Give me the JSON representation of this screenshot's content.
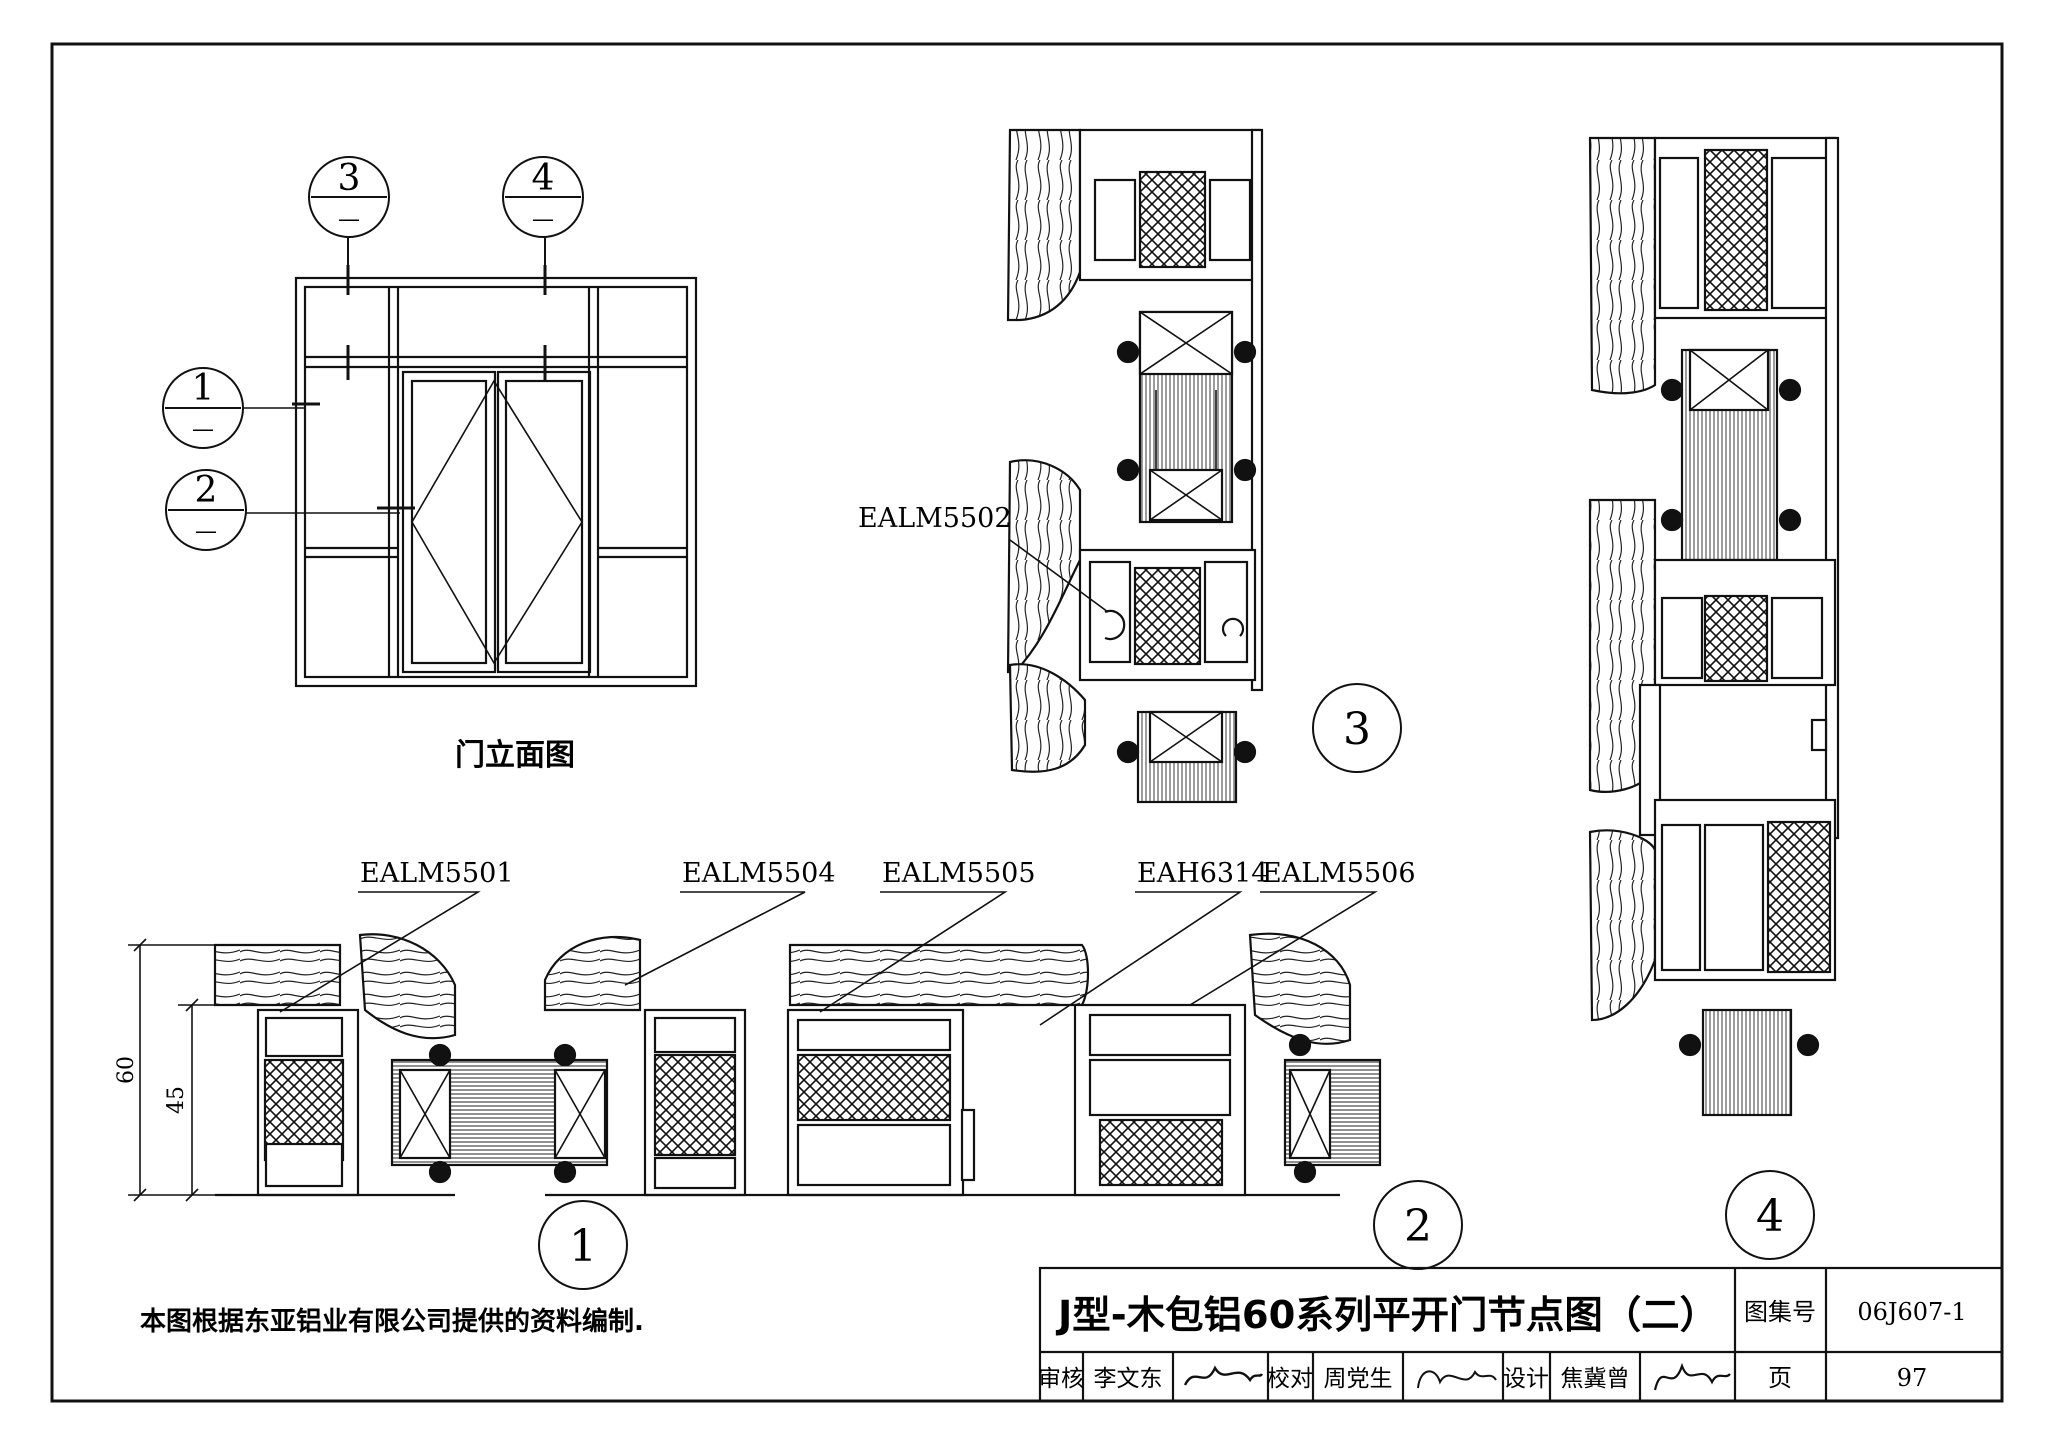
{
  "elevation": {
    "title": "门立面图",
    "markers": [
      {
        "num": "3",
        "sub": "—"
      },
      {
        "num": "4",
        "sub": "—"
      },
      {
        "num": "1",
        "sub": "—"
      },
      {
        "num": "2",
        "sub": "—"
      }
    ]
  },
  "details": {
    "d1": "1",
    "d2": "2",
    "d3": "3",
    "d4": "4"
  },
  "part_labels": {
    "p5502": "EALM5502",
    "p5501": "EALM5501",
    "p5504": "EALM5504",
    "p5505": "EALM5505",
    "p6314": "EAH6314",
    "p5506": "EALM5506"
  },
  "dimensions": {
    "overall": "60",
    "inner": "45"
  },
  "note": "本图根据东亚铝业有限公司提供的资料编制.",
  "title_block": {
    "title": "J型-木包铝60系列平开门节点图（二）",
    "atlas_label": "图集号",
    "atlas_value": "06J607-1",
    "page_label": "页",
    "page_value": "97",
    "review_label": "审核",
    "review_name": "李文东",
    "check_label": "校对",
    "check_name": "周党生",
    "design_label": "设计",
    "design_name": "焦冀曾"
  }
}
